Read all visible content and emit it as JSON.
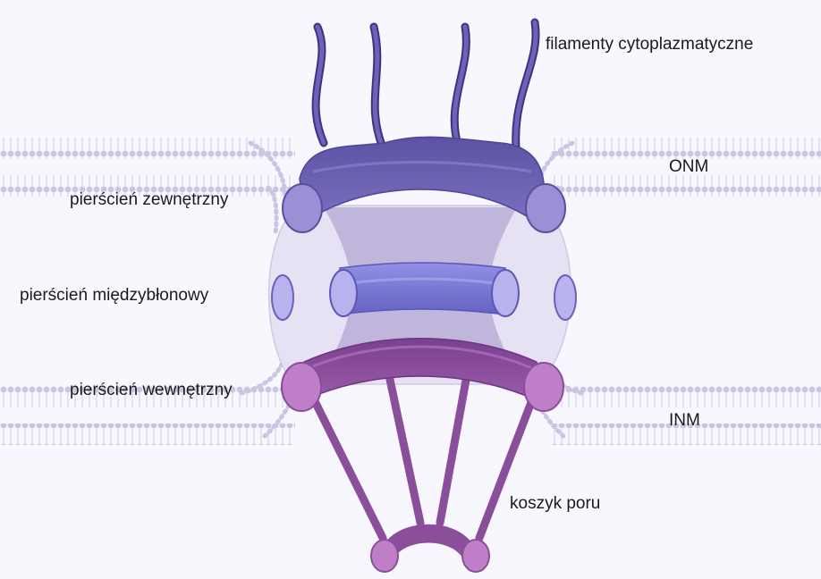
{
  "labels": {
    "cytoplasmic_filaments": "filamenty cytoplazmatyczne",
    "outer_ring": "pierścień zewnętrzny",
    "intermembrane_ring": "pierścień międzybłonowy",
    "inner_ring": "pierścień wewnętrzny",
    "onm": "ONM",
    "inm": "INM",
    "basket": "koszyk poru"
  },
  "colors": {
    "background": "#f8f7fd",
    "lipid_head": "#c9c5e2",
    "lipid_tail": "#d6d3ea",
    "pore_wall": "#e7e2f3",
    "channel": "#c0b6db",
    "outer_ring": "#6f64b3",
    "outer_ring_node": "#9d8fd5",
    "filament": "#5b4fa0",
    "mid_ring": "#7b78d6",
    "mid_ring_node": "#b8b2ee",
    "inner_ring": "#8a4e9a",
    "inner_ring_node": "#bf7fc8",
    "basket": "#8a4e9a"
  }
}
